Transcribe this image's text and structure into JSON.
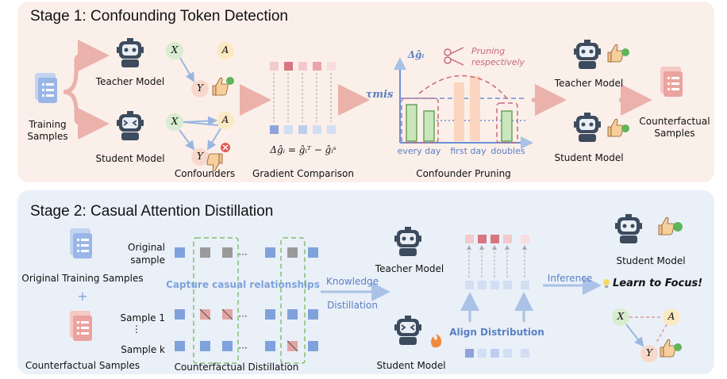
{
  "stage1": {
    "title": "Stage 1: Confounding Token Detection",
    "training_samples": "Training\nSamples",
    "teacher_model": "Teacher Model",
    "student_model": "Student Model",
    "node_x": "X",
    "node_a": "A",
    "node_y": "Y",
    "confounders": "Confounders",
    "gradient_formula": "Δĝᵢ = ĝᵢᵀ − ĝᵢˢ",
    "gradient_comparison": "Gradient Comparison",
    "delta_g_label": "Δĝᵢ",
    "tau_label": "τmis",
    "pruning_note": "Pruning\nrespectively",
    "x_tick_1": "every day",
    "x_tick_2": "first day",
    "x_tick_3": "doubles",
    "confounder_pruning": "Confounder Pruning",
    "teacher_model_right": "Teacher Model",
    "student_model_right": "Student Model",
    "counterfactual_samples": "Counterfactual\nSamples"
  },
  "stage2": {
    "title": "Stage 2: Casual Attention Distillation",
    "original_training_samples": "Original Training Samples",
    "plus": "+",
    "counterfactual_samples": "Counterfactual Samples",
    "original_sample": "Original\nsample",
    "sample_1": "Sample 1",
    "vdots": "⋮",
    "sample_k": "Sample k",
    "capture_text": "Capture casual relationships",
    "counterfactual_distillation": "Counterfactual Distillation",
    "knowledge": "Knowledge",
    "distillation": "Distillation",
    "teacher_model": "Teacher Model",
    "student_model": "Student Model",
    "align_distribution": "Align Distribution",
    "inference": "Inference",
    "student_model_right": "Student Model",
    "learn_to_focus": "Learn to Focus!",
    "node_x": "X",
    "node_a": "A",
    "node_y": "Y",
    "ellipsis": "···"
  },
  "colors": {
    "stage1_bg": "#fbefe9",
    "stage2_bg": "#eaf0f8",
    "arrow_pink": "#eab2aa",
    "arrow_blue": "#a9c2e6",
    "robot": "#3d4b5e",
    "green_bar": "#7fbf6e",
    "orange_bar": "#f7c7a6",
    "dashed_pink": "#c46a7c",
    "dashed_blue": "#6a8fd8"
  }
}
